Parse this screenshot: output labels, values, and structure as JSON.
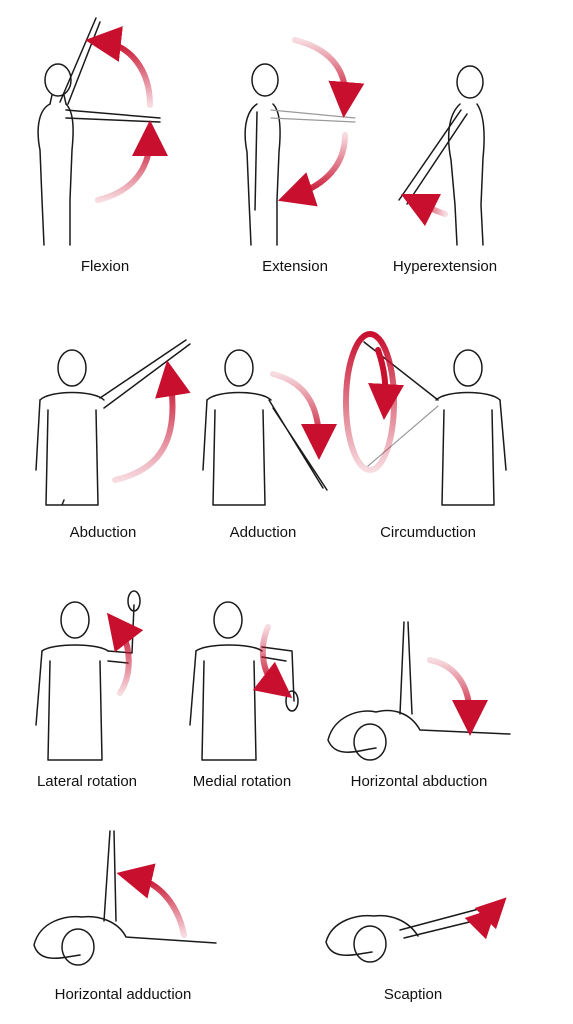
{
  "accent_color": "#c8102e",
  "movements": [
    {
      "id": "flexion",
      "label": "Flexion"
    },
    {
      "id": "extension",
      "label": "Extension"
    },
    {
      "id": "hyperextension",
      "label": "Hyperextension"
    },
    {
      "id": "abduction",
      "label": "Abduction"
    },
    {
      "id": "adduction",
      "label": "Adduction"
    },
    {
      "id": "circumduction",
      "label": "Circumduction"
    },
    {
      "id": "lateral_rotation",
      "label": "Lateral rotation"
    },
    {
      "id": "medial_rotation",
      "label": "Medial rotation"
    },
    {
      "id": "horizontal_abduction",
      "label": "Horizontal abduction"
    },
    {
      "id": "horizontal_adduction",
      "label": "Horizontal adduction"
    },
    {
      "id": "scaption",
      "label": "Scaption"
    }
  ]
}
